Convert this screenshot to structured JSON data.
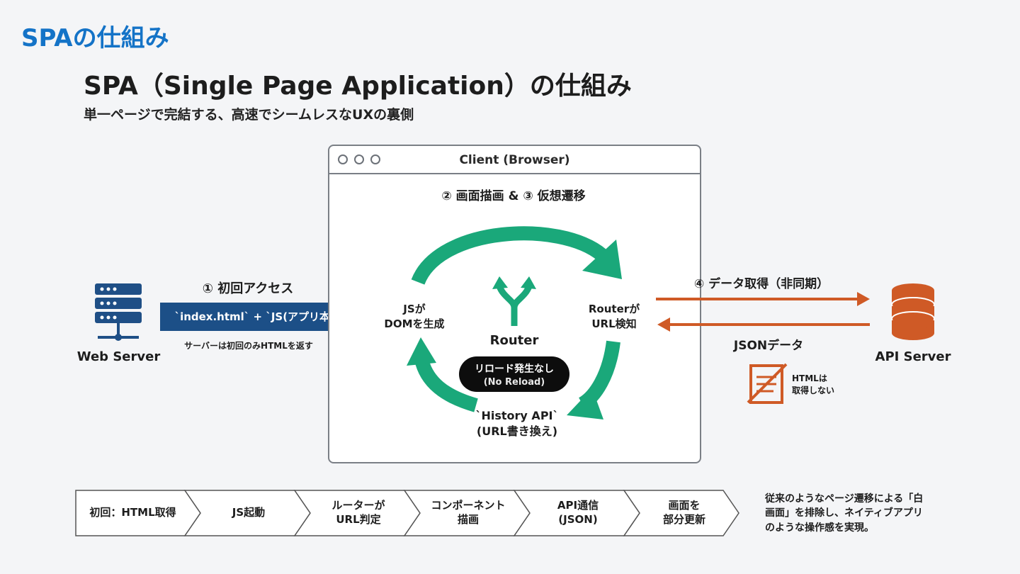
{
  "slide_title": "SPAの仕組み",
  "main_title": "SPA（Single Page Application）の仕組み",
  "sub_title": "単一ページで完結する、高速でシームレスなUXの裏側",
  "web_server": {
    "label": "Web Server",
    "icon": "server-rack-icon",
    "color": "#1f4f86"
  },
  "initial_access": {
    "label": "① 初回アクセス",
    "arrow_text": "`index.html` + `JS(アプリ本体)`",
    "note": "サーバーは初回のみHTMLを返す",
    "color": "#1c4f87"
  },
  "browser": {
    "title": "Client (Browser)",
    "cycle_label": "② 画面描画 & ③ 仮想遷移",
    "left_label": [
      "JSが",
      "DOMを生成"
    ],
    "right_label": [
      "Routerが",
      "URL検知"
    ],
    "bottom_label": [
      "`History API`",
      "(URL書き換え)"
    ],
    "router_label": "Router",
    "router_icon": "fork-arrows-icon",
    "pill": [
      "リロード発生なし",
      "(No Reload)"
    ],
    "cycle_color": "#1aa87a"
  },
  "api": {
    "fetch_label": "④ データ取得（非同期）",
    "json_label": "JSONデータ",
    "no_html": [
      "HTMLは",
      "取得しない"
    ],
    "server_label": "API Server",
    "icon": "database-icon",
    "color": "#cf5a26"
  },
  "flow_steps": [
    [
      "初回：HTML取得"
    ],
    [
      "JS起動"
    ],
    [
      "ルーターが",
      "URL判定"
    ],
    [
      "コンポーネント",
      "描画"
    ],
    [
      "API通信",
      "(JSON)"
    ],
    [
      "画面を",
      "部分更新"
    ]
  ],
  "summary_note": [
    "従来のようなページ遷移による「白",
    "画面」を排除し、ネイティブアプリ",
    "のような操作感を実現。"
  ]
}
